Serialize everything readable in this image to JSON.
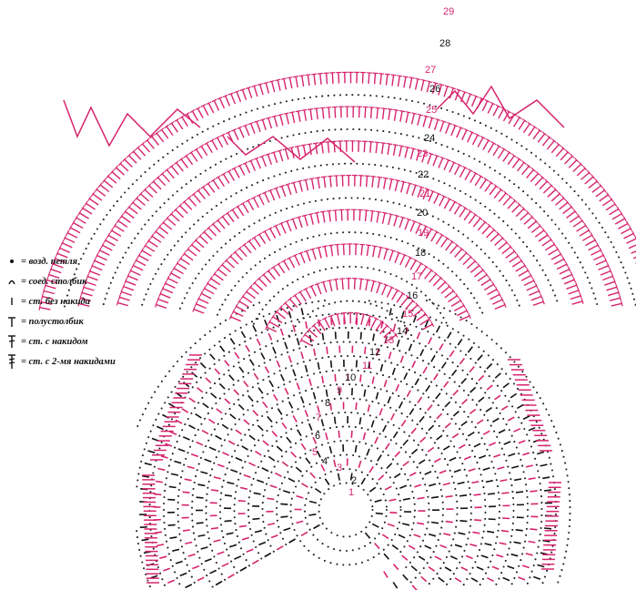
{
  "colors": {
    "accent": "#d6246e",
    "ink": "#111111",
    "dot": "#222222",
    "background": "#ffffff"
  },
  "legend": [
    {
      "icon": "dot-icon",
      "label": "= возд. петля"
    },
    {
      "icon": "arc-icon",
      "label": "= соед. столбик"
    },
    {
      "icon": "bar-icon",
      "label": "= ст. без накида"
    },
    {
      "icon": "t-icon",
      "label": "= полустолбик"
    },
    {
      "icon": "cross-icon",
      "label": "= ст. с накидом"
    },
    {
      "icon": "double-cross-icon",
      "label": "= ст. с 2-мя накидами"
    }
  ],
  "rows": [
    {
      "n": "1",
      "color": "pink"
    },
    {
      "n": "2",
      "color": "black"
    },
    {
      "n": "3",
      "color": "pink"
    },
    {
      "n": "4",
      "color": "black"
    },
    {
      "n": "5",
      "color": "pink"
    },
    {
      "n": "6",
      "color": "black"
    },
    {
      "n": "7",
      "color": "pink"
    },
    {
      "n": "8",
      "color": "black"
    },
    {
      "n": "9",
      "color": "pink"
    },
    {
      "n": "10",
      "color": "black"
    },
    {
      "n": "11",
      "color": "pink"
    },
    {
      "n": "12",
      "color": "black"
    },
    {
      "n": "13",
      "color": "pink"
    },
    {
      "n": "14",
      "color": "black"
    },
    {
      "n": "15",
      "color": "pink"
    },
    {
      "n": "16",
      "color": "black"
    },
    {
      "n": "17",
      "color": "pink"
    },
    {
      "n": "18",
      "color": "black"
    },
    {
      "n": "19",
      "color": "pink"
    },
    {
      "n": "20",
      "color": "black"
    },
    {
      "n": "21",
      "color": "pink"
    },
    {
      "n": "22",
      "color": "black"
    },
    {
      "n": "23",
      "color": "pink"
    },
    {
      "n": "24",
      "color": "black"
    },
    {
      "n": "25",
      "color": "pink"
    },
    {
      "n": "26",
      "color": "black"
    },
    {
      "n": "27",
      "color": "pink"
    },
    {
      "n": "28",
      "color": "black"
    },
    {
      "n": "29",
      "color": "pink"
    }
  ]
}
